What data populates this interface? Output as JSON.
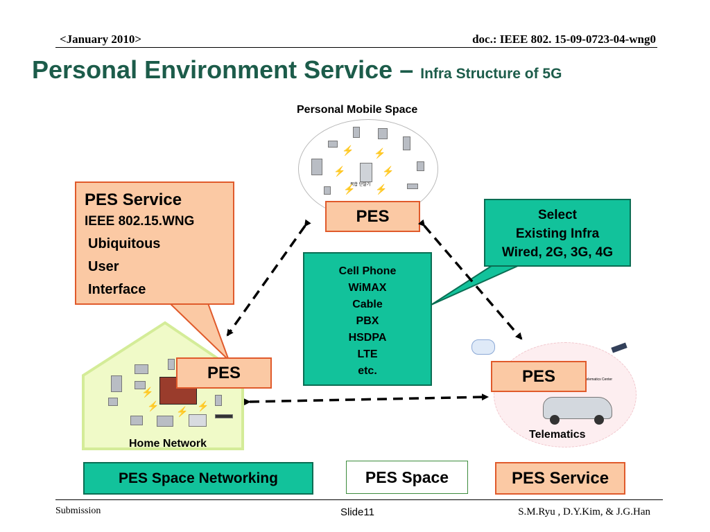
{
  "header": {
    "date": "<January 2010>",
    "doc_id": "doc.: IEEE 802. 15-09-0723-04-wng0"
  },
  "title": {
    "main": "Personal Environment Service – ",
    "sub": "Infra Structure of 5G"
  },
  "mobile_space": {
    "label": "Personal Mobile Space",
    "pes": "PES",
    "node_text": "복합 단말기"
  },
  "pes_service_callout": {
    "title": "PES Service",
    "subtitle": "IEEE 802.15.WNG",
    "items": [
      "Ubiquitous",
      "User",
      "Interface"
    ]
  },
  "select_callout": {
    "lines": [
      "Select",
      "Existing Infra",
      "Wired, 2G, 3G, 4G"
    ]
  },
  "infra_list": {
    "items": [
      "Cell Phone",
      "WiMAX",
      "Cable",
      "PBX",
      "HSDPA",
      "LTE",
      "etc."
    ]
  },
  "home": {
    "pes": "PES",
    "label": "Home Network"
  },
  "telematics": {
    "pes": "PES",
    "label": "Telematics",
    "tag": "Telematics Center"
  },
  "legend": {
    "networking": "PES Space Networking",
    "space": "PES Space",
    "service": "PES Service"
  },
  "footer": {
    "left": "Submission",
    "center": "Slide11",
    "right": "S.M.Ryu , D.Y.Kim, & J.G.Han"
  },
  "colors": {
    "title": "#1c5c4a",
    "peach_fill": "#fbc9a4",
    "peach_border": "#e05a2b",
    "teal_fill": "#12c29b",
    "house_fill": "#f0fac8",
    "house_border": "#d4ec98"
  }
}
